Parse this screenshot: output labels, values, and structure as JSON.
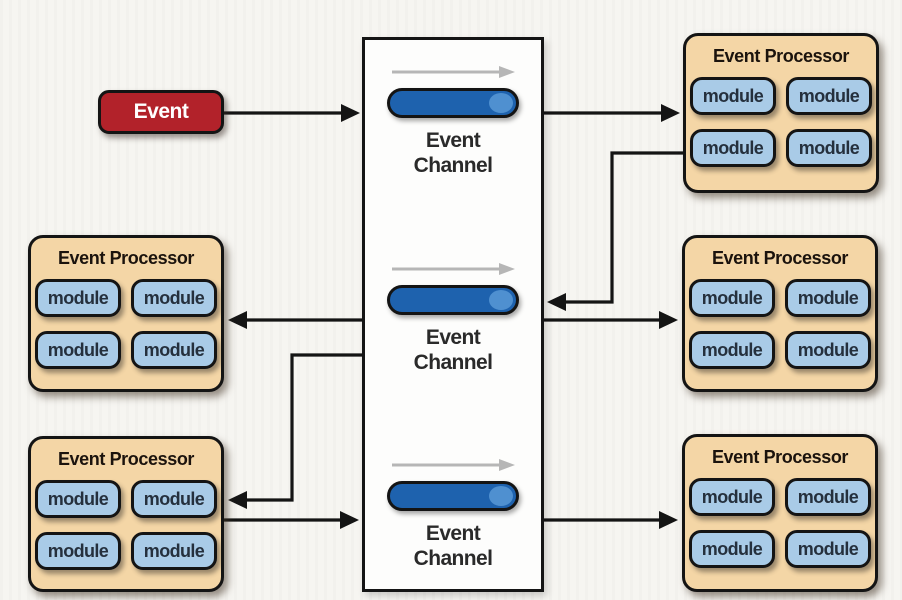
{
  "colors": {
    "background": "#f6f5f1",
    "channel_white": "#fdfdfc",
    "event_red": "#b2222a",
    "processor_tan": "#f4d6a6",
    "module_blue": "#a9cbe7",
    "pill_blue": "#1e62ae",
    "pill_cap_blue": "#4f90d0",
    "flow_arrow_gray": "#b6b6b6",
    "outline_black": "#141414"
  },
  "event_box": {
    "label": "Event"
  },
  "channel": {
    "sections": [
      {
        "label": "Event Channel"
      },
      {
        "label": "Event Channel"
      },
      {
        "label": "Event Channel"
      }
    ]
  },
  "processors": [
    {
      "id": "right-top",
      "title": "Event Processor",
      "modules": [
        "module",
        "module",
        "module",
        "module"
      ]
    },
    {
      "id": "left-middle",
      "title": "Event Processor",
      "modules": [
        "module",
        "module",
        "module",
        "module"
      ]
    },
    {
      "id": "right-middle",
      "title": "Event Processor",
      "modules": [
        "module",
        "module",
        "module",
        "module"
      ]
    },
    {
      "id": "left-bottom",
      "title": "Event Processor",
      "modules": [
        "module",
        "module",
        "module",
        "module"
      ]
    },
    {
      "id": "right-bottom",
      "title": "Event Processor",
      "modules": [
        "module",
        "module",
        "module",
        "module"
      ]
    }
  ]
}
